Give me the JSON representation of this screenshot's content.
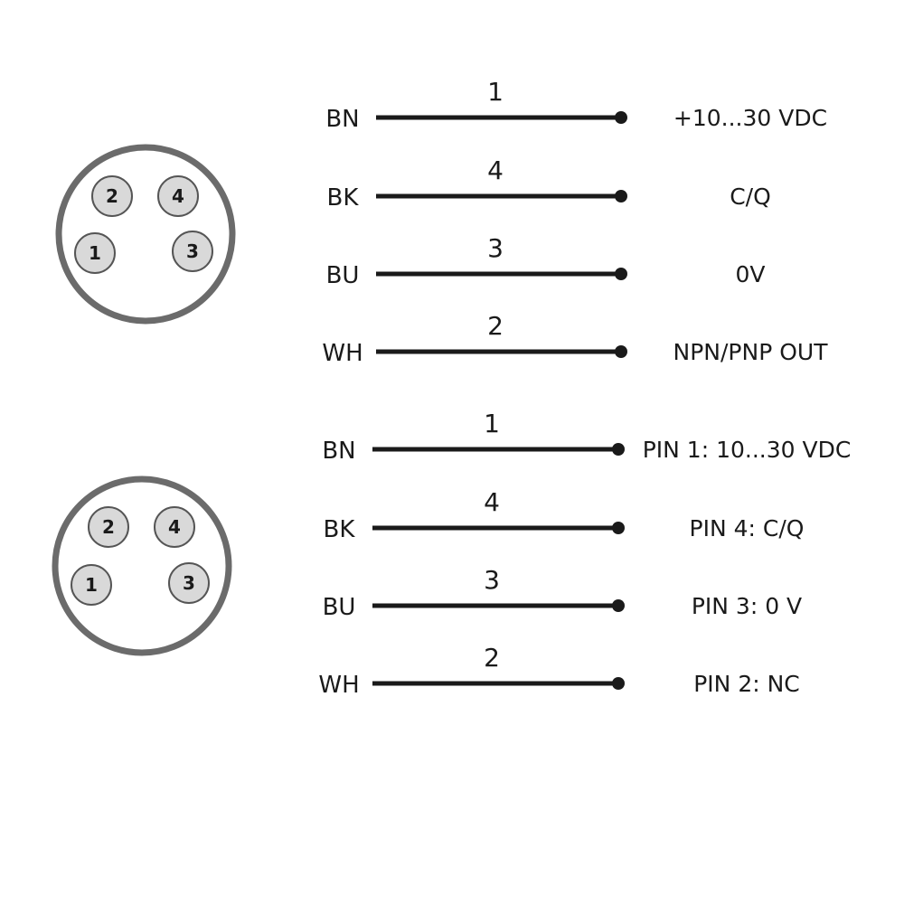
{
  "connectors": [
    {
      "pins": [
        "2",
        "4",
        "1",
        "3"
      ],
      "wires": [
        {
          "number": "1",
          "color": "BN",
          "signal": "+10...30 VDC"
        },
        {
          "number": "4",
          "color": "BK",
          "signal": "C/Q"
        },
        {
          "number": "3",
          "color": "BU",
          "signal": "0V"
        },
        {
          "number": "2",
          "color": "WH",
          "signal": "NPN/PNP OUT"
        }
      ]
    },
    {
      "pins": [
        "2",
        "4",
        "1",
        "3"
      ],
      "wires": [
        {
          "number": "1",
          "color": "BN",
          "signal": "PIN 1: 10...30 VDC"
        },
        {
          "number": "4",
          "color": "BK",
          "signal": "PIN 4: C/Q"
        },
        {
          "number": "3",
          "color": "BU",
          "signal": "PIN 3: 0 V"
        },
        {
          "number": "2",
          "color": "WH",
          "signal": "PIN 2: NC"
        }
      ]
    }
  ],
  "colors": {
    "ring": "#6b6b6b",
    "pin_fill": "#d9d9d9",
    "pin_stroke": "#555555",
    "wire": "#1a1a1a"
  }
}
